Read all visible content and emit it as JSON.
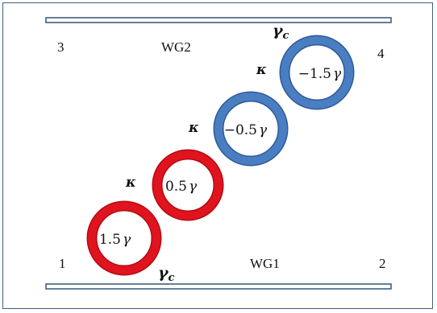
{
  "ports": {
    "p1": "1",
    "p2": "2",
    "p3": "3",
    "p4": "4"
  },
  "waveguides": {
    "top": "WG2",
    "bottom": "WG1"
  },
  "coupling": {
    "gamma_c": "γ",
    "gamma_c_sub": "c",
    "kappa": "κ"
  },
  "rings": [
    {
      "label": "1.5",
      "symbol": "γ",
      "gain_color": "#e0141e",
      "kind": "gain"
    },
    {
      "label": "0.5",
      "symbol": "γ",
      "gain_color": "#e0141e",
      "kind": "gain"
    },
    {
      "label": "−0.5",
      "symbol": "γ",
      "gain_color": "#4a7ec2",
      "kind": "loss"
    },
    {
      "label": "−1.5",
      "symbol": "γ",
      "gain_color": "#4a7ec2",
      "kind": "loss"
    }
  ],
  "colors": {
    "waveguide_fill": "#ffffff",
    "waveguide_stroke": "#3f5f7f",
    "gain_ring": "#e0141e",
    "gain_ring_edge": "#b40a12",
    "loss_ring": "#4a7ec2",
    "loss_ring_edge": "#2e5a96"
  }
}
